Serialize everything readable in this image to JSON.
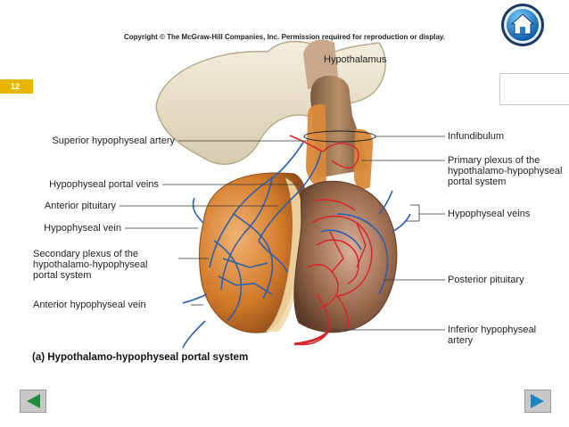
{
  "header": {
    "copyright": "Copyright © The McGraw-Hill Companies, Inc. Permission required for reproduction or display.",
    "slide_number": "12"
  },
  "diagram": {
    "title_top": "Hypothalamus",
    "labels_left": {
      "superior_artery": "Superior hypophyseal artery",
      "portal_veins": "Hypophyseal portal veins",
      "anterior_pituitary": "Anterior pituitary",
      "hypophyseal_vein": "Hypophyseal vein",
      "secondary_plexus_1": "Secondary plexus of the",
      "secondary_plexus_2": "hypothalamo-hypophyseal",
      "secondary_plexus_3": "portal system",
      "anterior_vein": "Anterior hypophyseal vein"
    },
    "labels_right": {
      "infundibulum": "Infundibulum",
      "primary_plexus_1": "Primary plexus of the",
      "primary_plexus_2": "hypothalamo-hypophyseal",
      "primary_plexus_3": "portal system",
      "hypophyseal_veins": "Hypophyseal veins",
      "posterior_pituitary": "Posterior pituitary",
      "inferior_artery_1": "Inferior hypophyseal",
      "inferior_artery_2": "artery"
    },
    "caption": "(a) Hypothalamo-hypophyseal portal system"
  },
  "colors": {
    "artery": "#d8232a",
    "vein": "#2b5fae",
    "anterior_lobe": "#d27a2a",
    "posterior_lobe": "#9c6b4e",
    "nav_arrow_back": "#1e8c3a",
    "nav_arrow_forward": "#1f86c6"
  },
  "icons": {
    "home": "home-icon",
    "back": "arrow-left-icon",
    "forward": "arrow-right-icon"
  }
}
